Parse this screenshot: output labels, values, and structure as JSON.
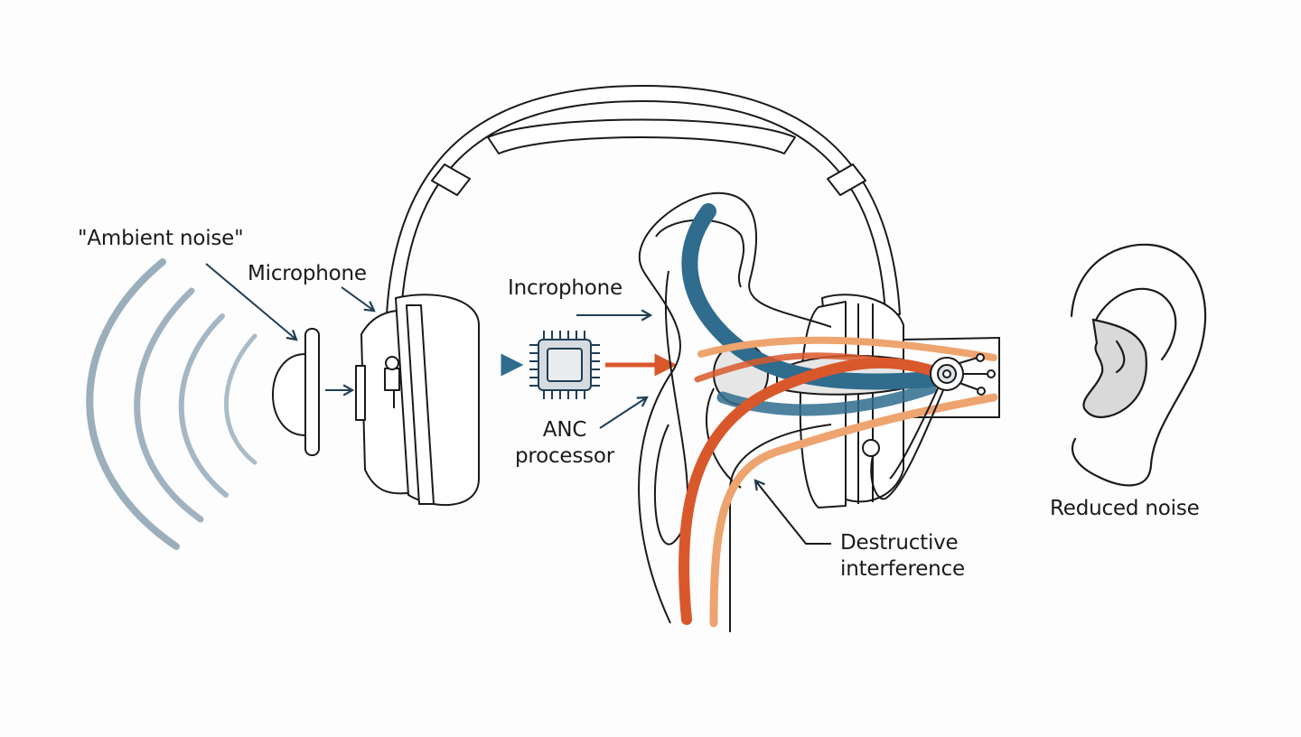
{
  "labels": {
    "ambient_noise": "\"Ambient noise\"",
    "microphone": "Microphone",
    "incrophone": "Incrophone",
    "anc_processor_line1": "ANC",
    "anc_processor_line2": "processor",
    "reduced_noise": "Reduced noise",
    "destructive_line1": "Destructive",
    "destructive_line2": "interference"
  },
  "colors": {
    "ink": "#1a1a1a",
    "arrow_navy": "#1f3f55",
    "noise_wave": "#8fa5b5",
    "signal_blue": "#2f6c8e",
    "anti_orange": "#d9582b",
    "anti_orange_light": "#eea46f",
    "chip_fill": "#d6dbe0",
    "eardrum_gray": "#d9d9d9"
  },
  "icons": [
    "sound-wave-icon",
    "microphone-icon",
    "headphones-icon",
    "processor-chip-icon",
    "ear-icon",
    "speaker-driver-icon"
  ]
}
